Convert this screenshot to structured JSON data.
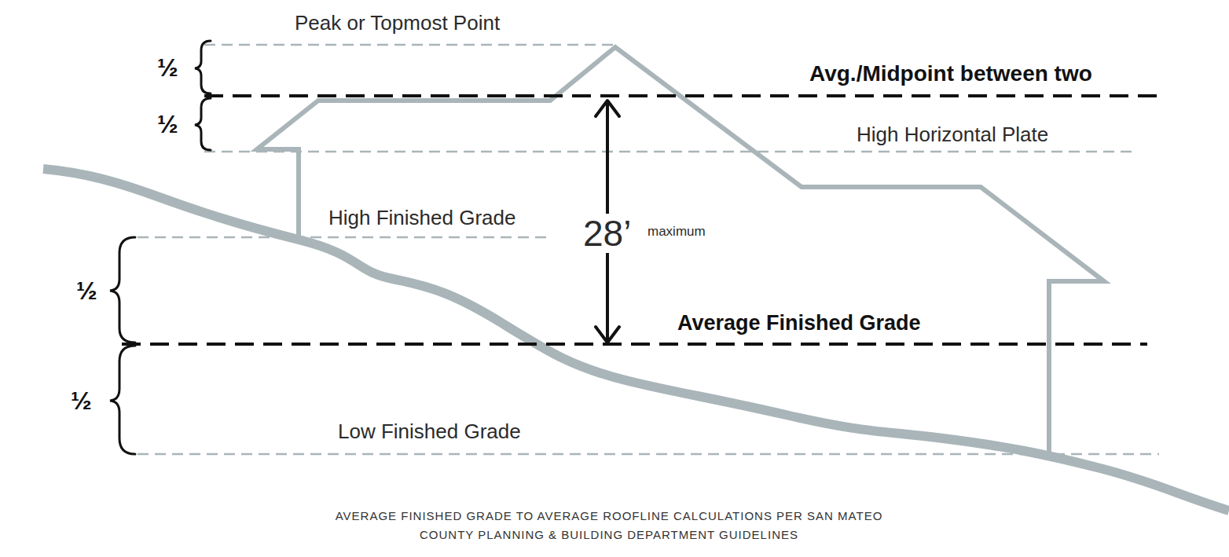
{
  "diagram": {
    "caption": "AVERAGE FINISHED GRADE TO AVERAGE ROOFLINE CALCULATIONS PER SAN MATEO COUNTY PLANNING & BUILDING DEPARTMENT GUIDELINES",
    "labels": [
      "Peak or Topmost Point",
      "½",
      "Avg./Midpoint between two",
      "½",
      "High Horizontal Plate",
      "High Finished Grade",
      "28’",
      "maximum",
      "½",
      "Average Finished Grade",
      "½",
      "Low Finished Grade"
    ]
  }
}
